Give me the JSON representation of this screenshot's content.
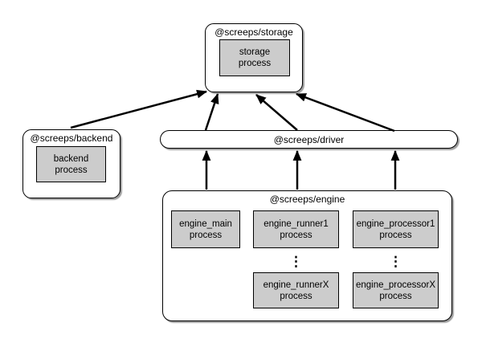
{
  "nodes": {
    "storage": {
      "label": "@screeps/storage",
      "process": {
        "lines": [
          "storage",
          "process"
        ]
      }
    },
    "backend": {
      "label": "@screeps/backend",
      "process": {
        "lines": [
          "backend",
          "process"
        ]
      }
    },
    "driver": {
      "label": "@screeps/driver"
    },
    "engine": {
      "label": "@screeps/engine",
      "processes": {
        "main": {
          "lines": [
            "engine_main",
            "process"
          ]
        },
        "runner1": {
          "lines": [
            "engine_runner1",
            "process"
          ]
        },
        "runnerX": {
          "lines": [
            "engine_runnerX",
            "process"
          ]
        },
        "processor1": {
          "lines": [
            "engine_processor1",
            "process"
          ]
        },
        "processorX": {
          "lines": [
            "engine_processorX",
            "process"
          ]
        }
      },
      "ellipsis": "⋮"
    }
  },
  "edges": [
    {
      "from": "backend",
      "to": "storage"
    },
    {
      "from": "driver",
      "to": "storage",
      "position": "left"
    },
    {
      "from": "driver",
      "to": "storage",
      "position": "center"
    },
    {
      "from": "driver",
      "to": "storage",
      "position": "right"
    },
    {
      "from": "engine_main",
      "to": "driver"
    },
    {
      "from": "engine_runner",
      "to": "driver"
    },
    {
      "from": "engine_processor",
      "to": "driver"
    }
  ],
  "colors": {
    "background": "#ffffff",
    "node_fill": "#ffffff",
    "process_fill": "#cccccc",
    "border": "#000000",
    "arrow": "#000000"
  }
}
